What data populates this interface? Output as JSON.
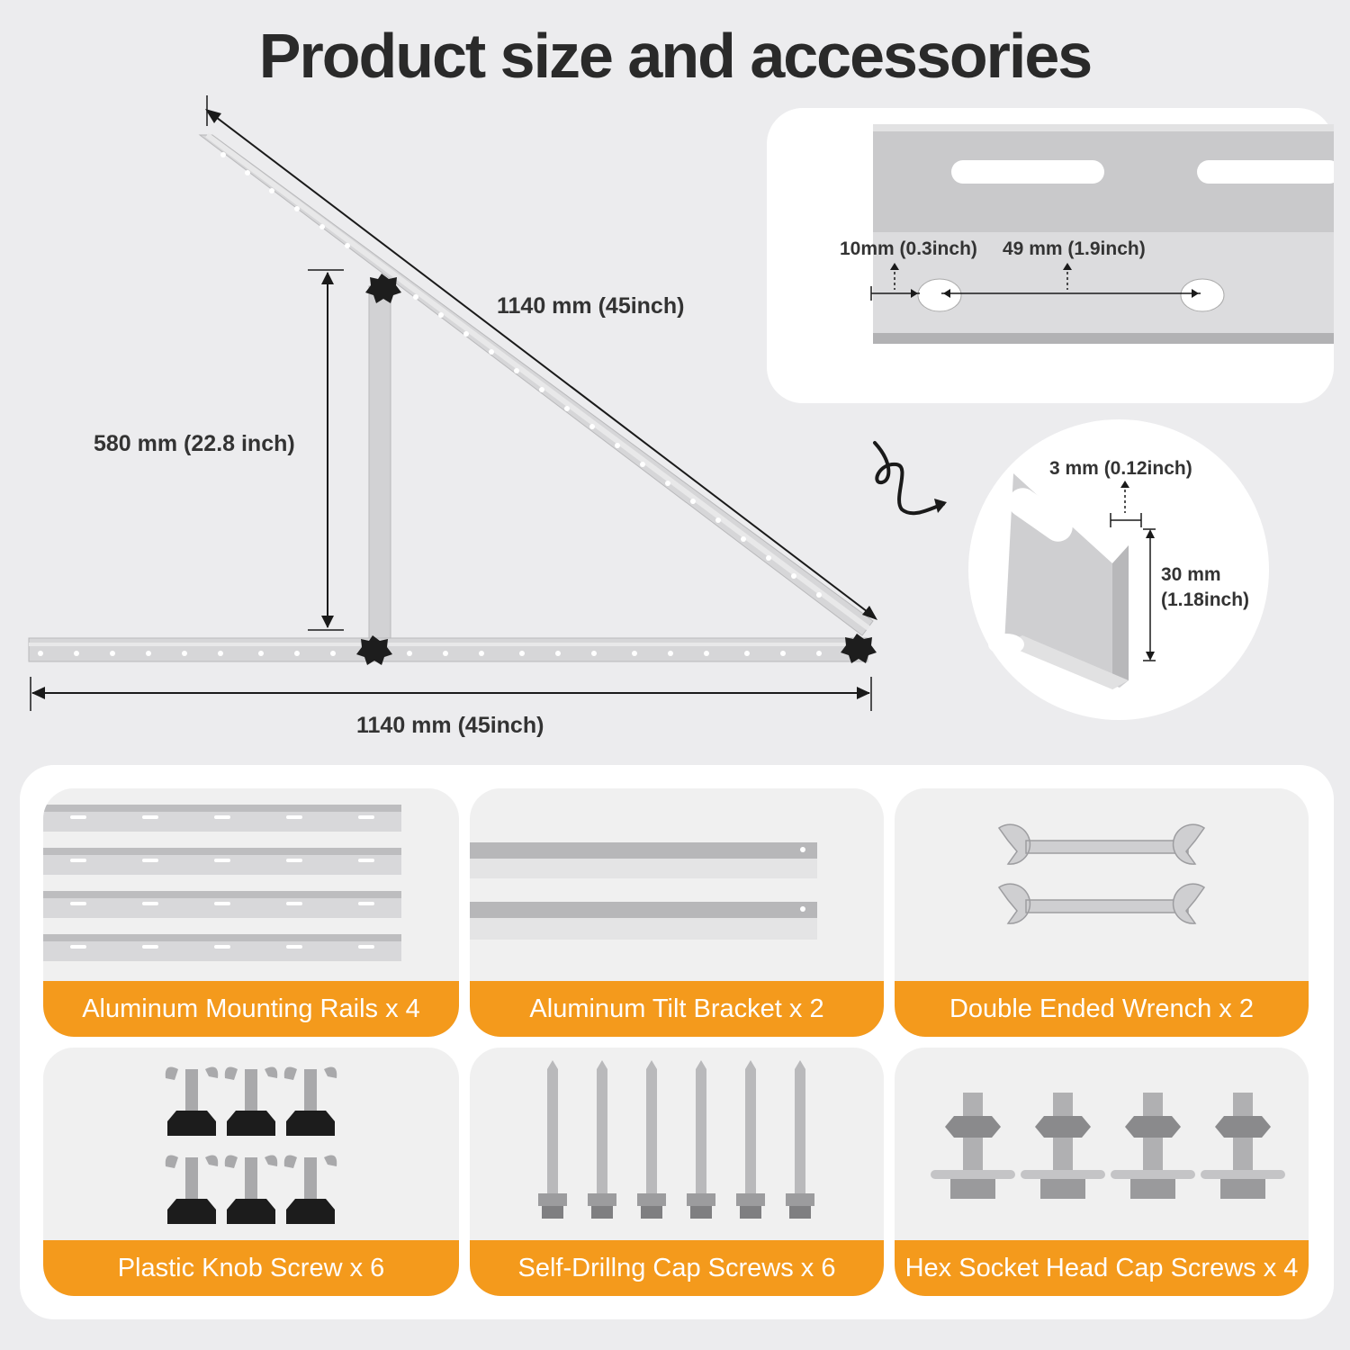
{
  "title": "Product size and accessories",
  "dimensions": {
    "rail_length_top": "1140 mm (45inch)",
    "rail_length_bottom": "1140 mm (45inch)",
    "vertical_height": "580 mm (22.8 inch)",
    "edge_spacing": "10mm (0.3inch)",
    "hole_spacing": "49 mm (1.9inch)",
    "thickness": "3 mm (0.12inch)",
    "flange_width_line1": "30 mm",
    "flange_width_line2": "(1.18inch)"
  },
  "accessories": [
    {
      "label": "Aluminum Mounting Rails x 4",
      "icon": "rails"
    },
    {
      "label": "Aluminum Tilt Bracket x 2",
      "icon": "tilt-bracket"
    },
    {
      "label": "Double Ended Wrench x 2",
      "icon": "wrench"
    },
    {
      "label": "Plastic Knob Screw x 6",
      "icon": "knob-screw"
    },
    {
      "label": "Self-Drillng Cap Screws x 6",
      "icon": "self-drilling-screw"
    },
    {
      "label": "Hex Socket Head Cap Screws x 4",
      "icon": "hex-bolt"
    }
  ],
  "colors": {
    "accent": "#f49a1c",
    "background": "#ececee",
    "aluminum": "#d4d4d6"
  }
}
